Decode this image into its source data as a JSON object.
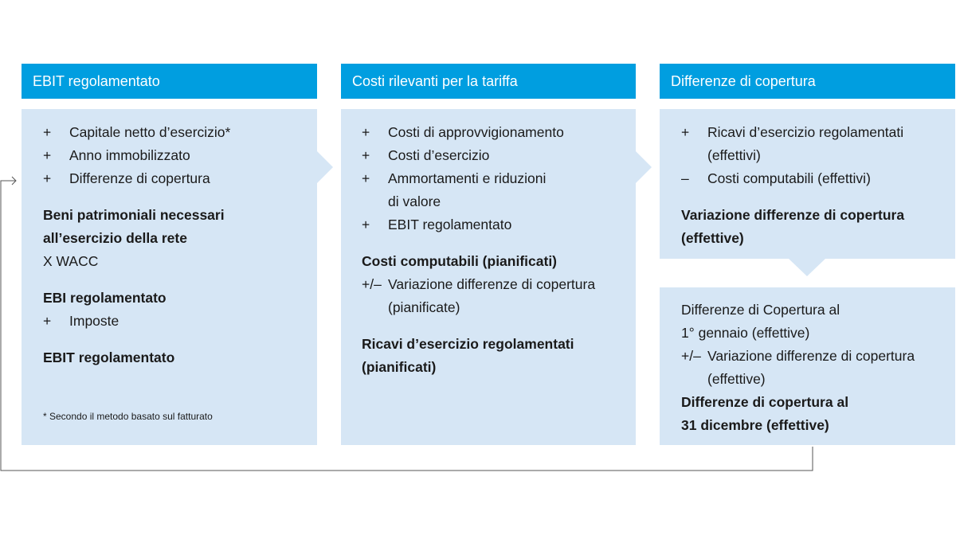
{
  "columns": [
    {
      "header": "EBIT regolamentato",
      "items": [
        {
          "sym": "+",
          "text": "Capitale netto d’esercizio*"
        },
        {
          "sym": "+",
          "text": "Anno immobilizzato"
        },
        {
          "sym": "+",
          "text": "Differenze di copertura"
        }
      ],
      "beni_line1": "Beni patrimoniali necessari",
      "beni_line2": "all’esercizio della rete",
      "wacc": "X WACC",
      "ebi": "EBI regolamentato",
      "imposte_sym": "+",
      "imposte": "Imposte",
      "ebit": "EBIT regolamentato",
      "footnote": "* Secondo il metodo basato sul fatturato"
    },
    {
      "header": "Costi rilevanti per la tariffa",
      "items": [
        {
          "sym": "+",
          "text": "Costi di approvvigionamento"
        },
        {
          "sym": "+",
          "text": "Costi d’esercizio"
        },
        {
          "sym": "+",
          "text": "Ammortamenti e riduzioni",
          "cont": "di valore"
        },
        {
          "sym": "+",
          "text": "EBIT regolamentato"
        }
      ],
      "costi_pianificati": "Costi computabili (pianificati)",
      "variazione_sym": "+/–",
      "variazione_line1": "Variazione differenze di copertura",
      "variazione_line2": "(pianificate)",
      "ricavi_line1": "Ricavi d’esercizio regolamentati",
      "ricavi_line2": "(pianificati)"
    },
    {
      "header": "Differenze di copertura",
      "items": [
        {
          "sym": "+",
          "text": "Ricavi d’esercizio regolamentati",
          "cont": "(effettivi)"
        },
        {
          "sym": "–",
          "text": "Costi computabili (effettivi)"
        }
      ],
      "variazione_bold_line1": "Variazione differenze di copertura",
      "variazione_bold_line2": "(effettive)",
      "lower_line1": "Differenze di Copertura al",
      "lower_line2": "1° gennaio (effettive)",
      "lower_var_sym": "+/–",
      "lower_var_line1": "Variazione differenze di copertura",
      "lower_var_line2": "(effettive)",
      "dec_line1": "Differenze di copertura al",
      "dec_line2": "31 dicembre (effettive)"
    }
  ],
  "colors": {
    "header_bg": "#009ee0",
    "panel_bg": "#d6e6f5",
    "line": "#555555"
  }
}
